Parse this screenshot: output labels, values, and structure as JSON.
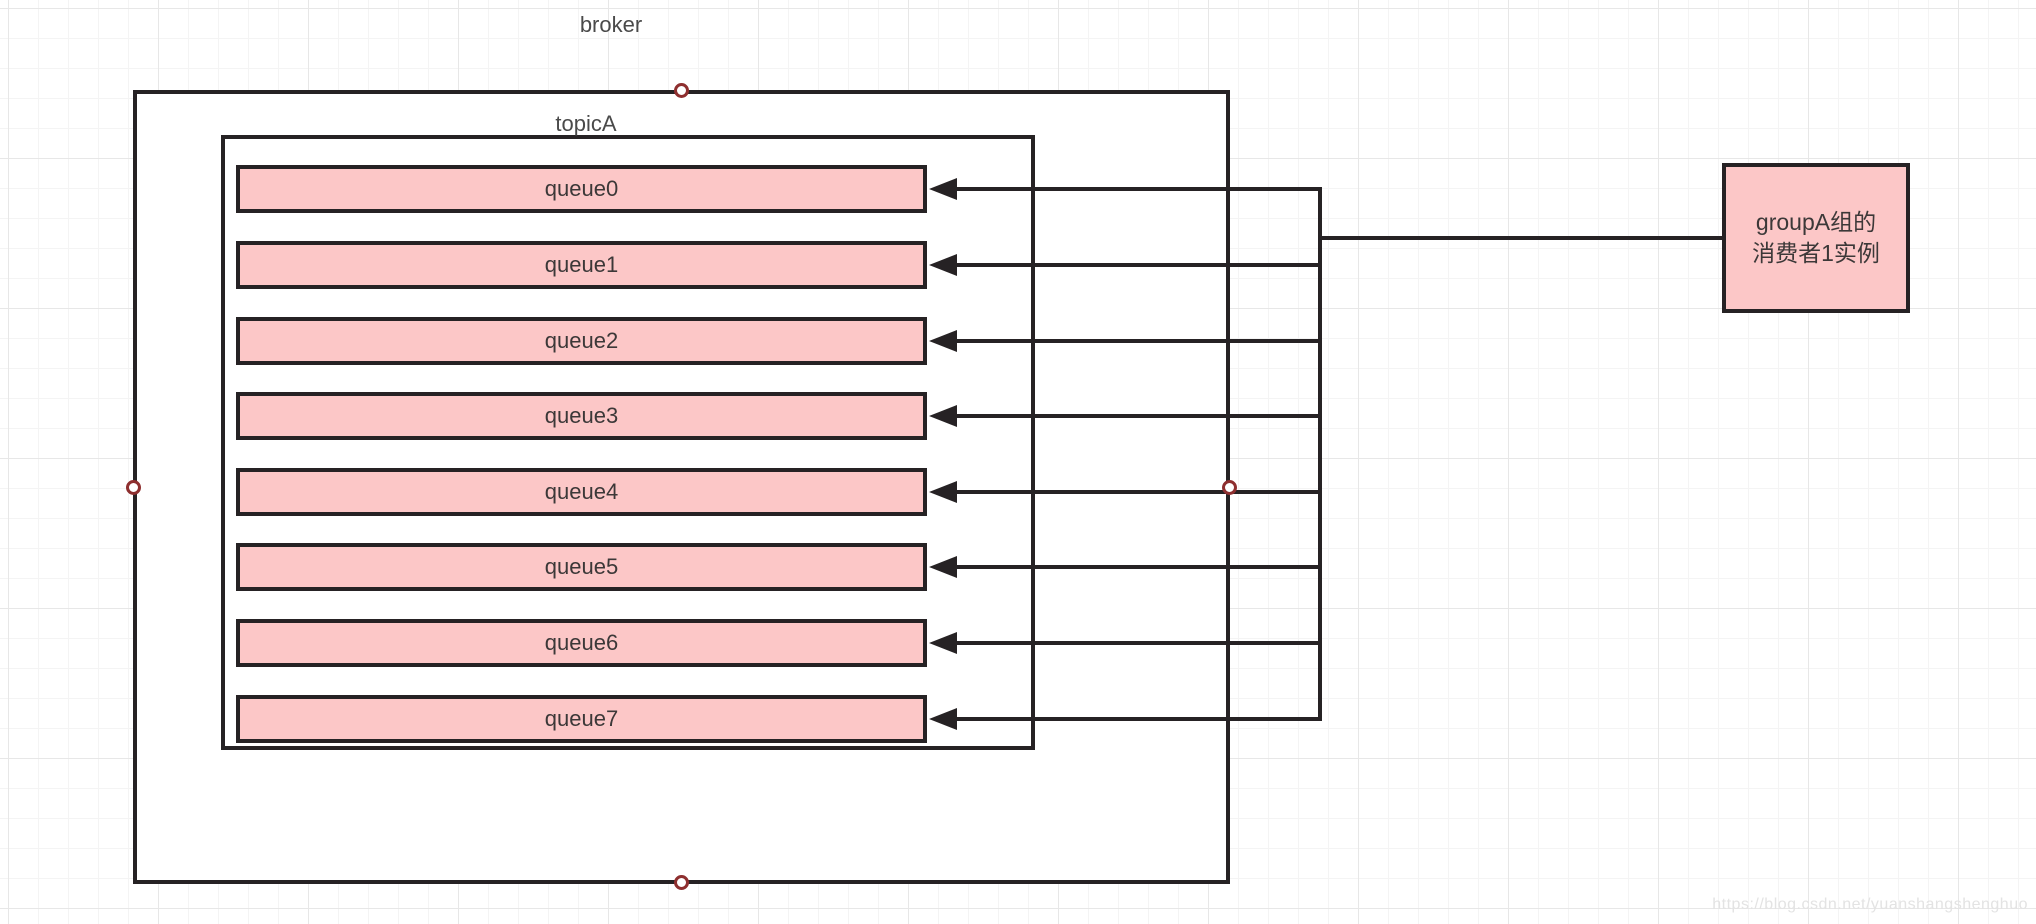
{
  "diagram": {
    "broker_label": "broker",
    "topic_label": "topicA",
    "queues": [
      "queue0",
      "queue1",
      "queue2",
      "queue3",
      "queue4",
      "queue5",
      "queue6",
      "queue7"
    ],
    "consumer": {
      "line1": "groupA组的",
      "line2": "消费者1实例"
    },
    "watermark": "https://blog.csdn.net/yuanshangshenghuo",
    "colors": {
      "shape_fill_pink": "#fcc7c7",
      "shape_stroke": "#262224",
      "port_stroke": "#8e2f2f",
      "text": "#3c3838",
      "watermark": "#e3e3e3",
      "grid_minor": "#f4f4f4",
      "grid_major": "#e7e7e7"
    }
  }
}
